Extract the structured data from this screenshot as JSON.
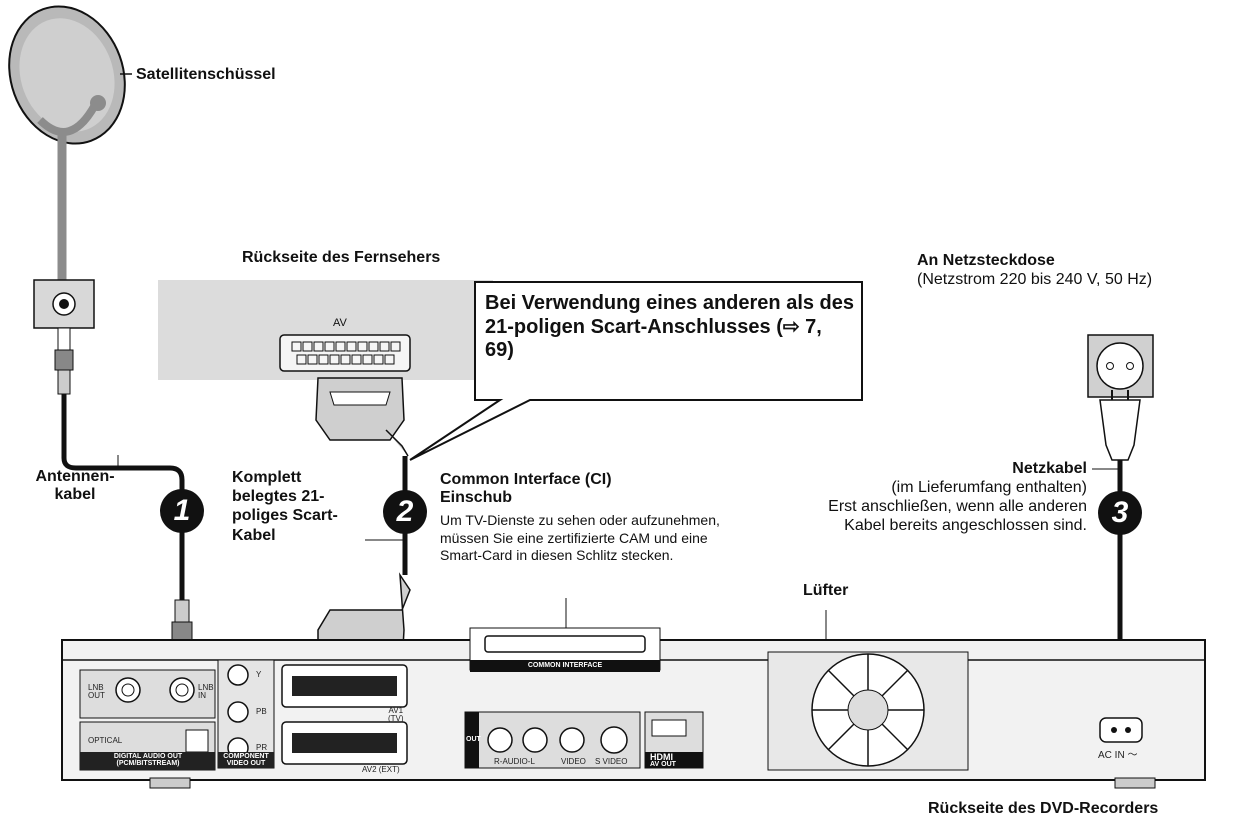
{
  "labels": {
    "satellite_dish": "Satellitenschüssel",
    "antenna_cable": "Antennen-\nkabel",
    "tv_back": "Rückseite des Fernsehers",
    "tv_av": "AV",
    "callout": "Bei Verwendung eines anderen als des 21-poligen Scart-Anschlusses (⇨ 7, 69)",
    "scart_cable": "Komplett belegtes 21-poliges Scart-Kabel",
    "ci_title": "Common Interface (CI) Einschub",
    "ci_text": "Um TV-Dienste zu sehen oder aufzunehmen, müssen Sie eine zertifizierte CAM und eine Smart-Card in diesen Schlitz stecken.",
    "outlet_title": "An Netzsteckdose",
    "outlet_sub": "(Netzstrom 220 bis 240 V, 50 Hz)",
    "power_cable_title": "Netzkabel",
    "power_cable_sub1": "(im Lieferumfang enthalten)",
    "power_cable_sub2": "Erst anschließen, wenn alle anderen",
    "power_cable_sub3": "Kabel bereits angeschlossen sind.",
    "fan": "Lüfter",
    "recorder_back": "Rückseite des DVD-Recorders"
  },
  "steps": [
    "1",
    "2",
    "3"
  ],
  "panel": {
    "lnb_out": "LNB\nOUT",
    "lnb_in": "LNB\nIN",
    "y": "Y",
    "pb": "PB",
    "pr": "PR",
    "optical": "OPTICAL",
    "digital_audio_out": "DIGITAL AUDIO OUT\n(PCM/BITSTREAM)",
    "component_video_out": "COMPONENT\nVIDEO OUT",
    "av1": "AV1\n(TV)",
    "av2": "AV2 (EXT)",
    "common_interface": "COMMON INTERFACE",
    "out": "OUT",
    "r_audio_l": "R-AUDIO-L",
    "video": "VIDEO",
    "s_video": "S VIDEO",
    "hdmi": "HDMI",
    "av_out": "AV OUT",
    "ac_in": "AC IN ～"
  },
  "colors": {
    "line": "#111111",
    "panel_fill": "#e4e4e4",
    "tv_fill": "#dcdcdc",
    "cable_gray": "#8c8c8c"
  }
}
